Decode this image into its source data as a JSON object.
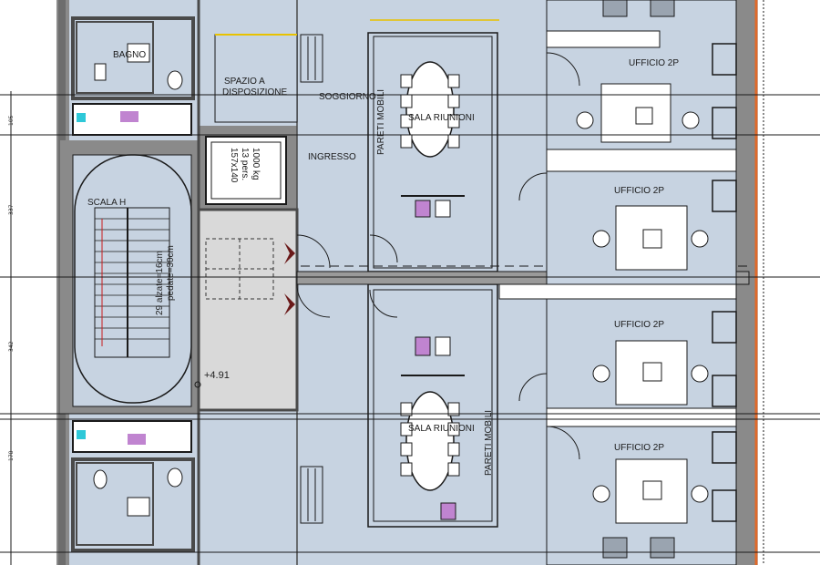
{
  "colors": {
    "floor": "#c7d3e1",
    "floor_dark": "#b9c6d6",
    "wall": "#7a7a7a",
    "wall_dark": "#4a4a4a",
    "line": "#1a1a1a",
    "partition_yellow": "#e8c200",
    "facade_orange": "#e06a2a",
    "furniture": "#ffffff",
    "arrow": "#6b1a1a",
    "stair_red": "#c81e1e"
  },
  "rooms": {
    "bagno": "BAGNO",
    "spazio_a": "SPAZIO A",
    "disposizione": "DISPOSIZIONE",
    "soggiorno": "SOGGIORNO",
    "ingresso": "INGRESSO",
    "sala_riunioni_top": "SALA RIUNIONI",
    "sala_riunioni_bottom": "SALA RIUNIONI",
    "pareti_mobili_top": "PARETI MOBILI",
    "pareti_mobili_bottom": "PARETI MOBILI",
    "ufficio_1": "UFFICIO 2P",
    "ufficio_2": "UFFICIO 2P",
    "ufficio_3": "UFFICIO 2P",
    "ufficio_4": "UFFICIO 2P",
    "scala": "SCALA H"
  },
  "elevator": {
    "line1": "1000 kg",
    "line2": "13 pers.",
    "line3": "157x140"
  },
  "stair": {
    "riser": "29 alzate=16cm",
    "tread": "pedate=30cm"
  },
  "elevation": "+4.91",
  "dimensions": {
    "d1": "105",
    "d2": "337",
    "d3": "342",
    "d4": "178"
  }
}
